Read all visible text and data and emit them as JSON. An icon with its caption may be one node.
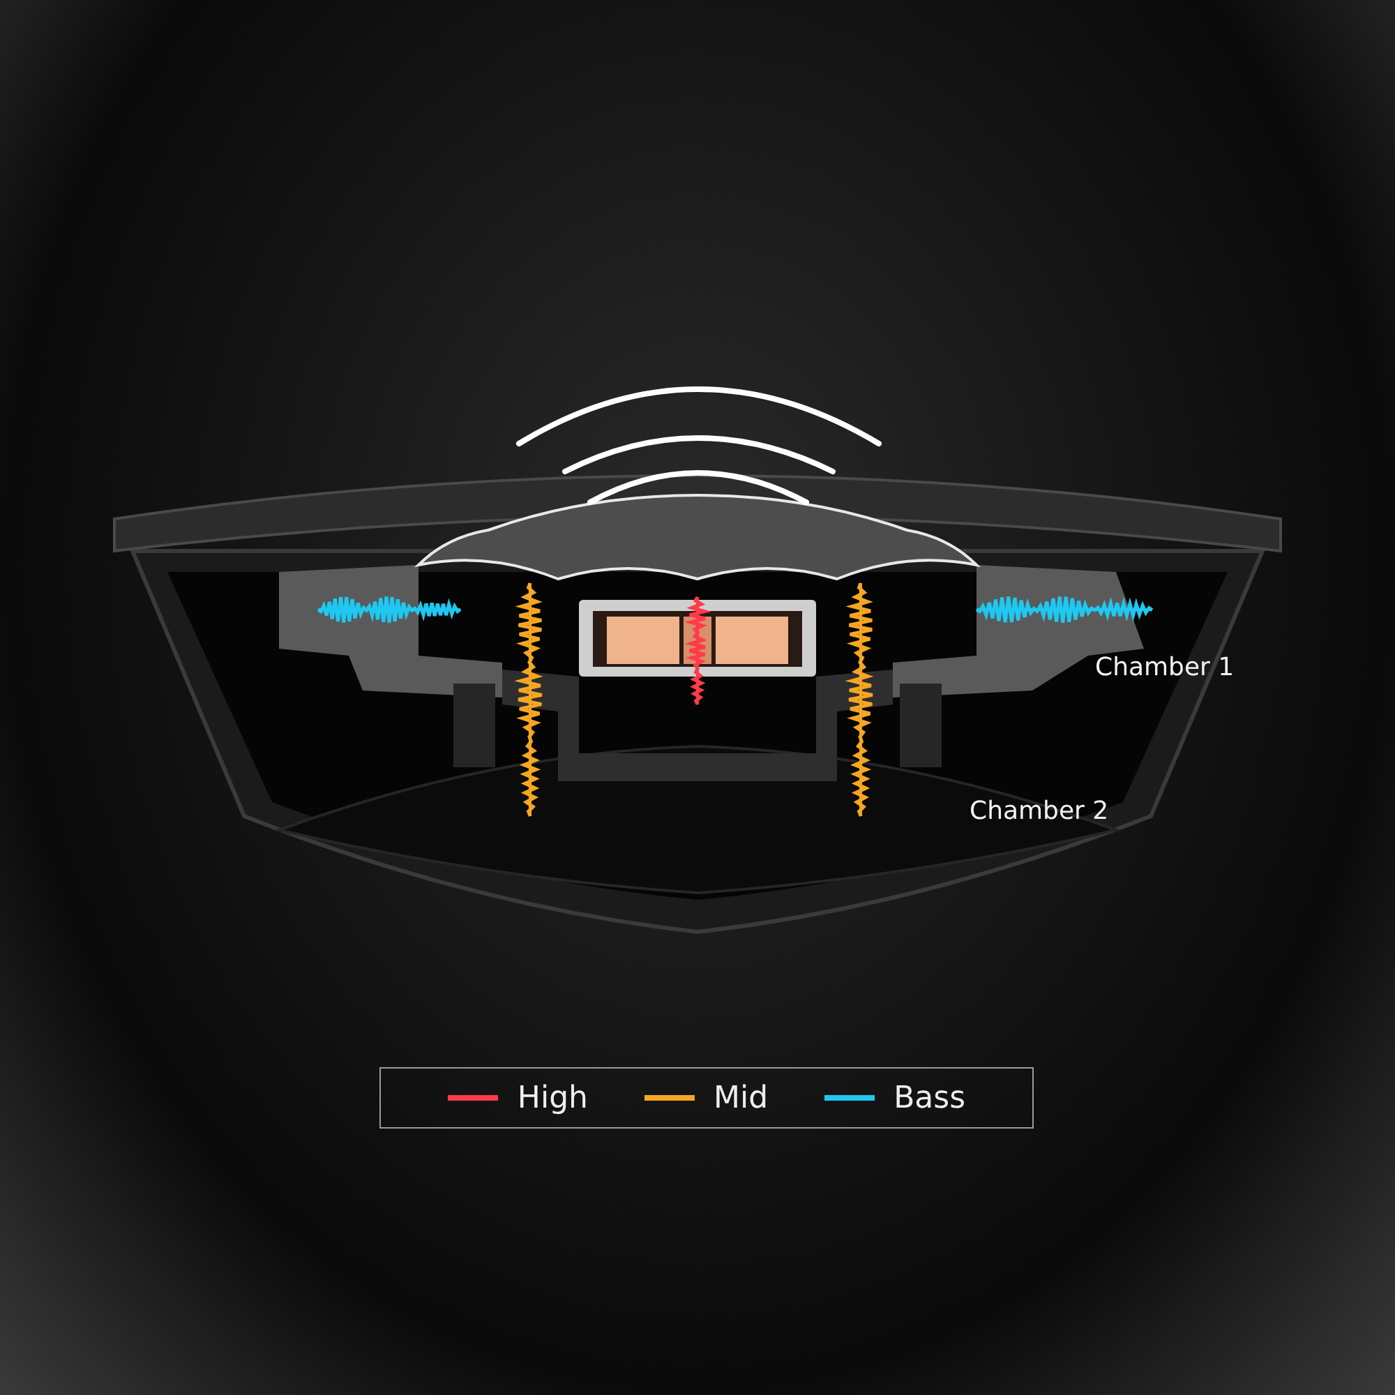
{
  "diagram": {
    "labels": [
      "Chamber 1",
      "Chamber 2"
    ],
    "legend": [
      {
        "text": "High",
        "color": "#ff3b4a"
      },
      {
        "text": "Mid",
        "color": "#f5a623"
      },
      {
        "text": "Bass",
        "color": "#1ec8f0"
      }
    ]
  }
}
